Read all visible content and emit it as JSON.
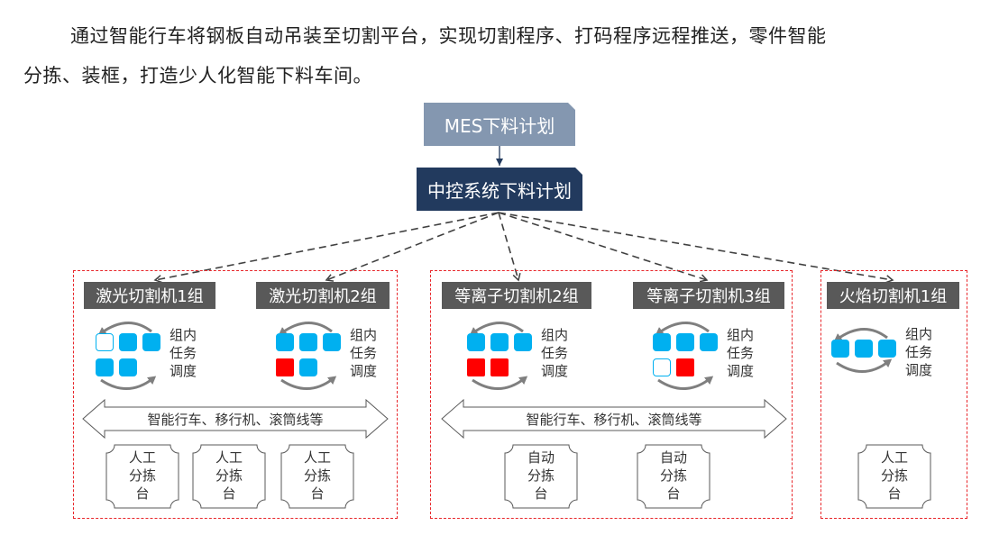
{
  "intro": {
    "line1": "通过智能行车将钢板自动吊装至切割平台，实现切割程序、打码程序远程推送，零件智能",
    "line2": "分拣、装框，打造少人化智能下料车间。"
  },
  "colors": {
    "mes_box": "#8497b0",
    "control_box": "#223a5e",
    "machine_title": "#595959",
    "group_border": "#e8262a",
    "task_idle": "#00b0f0",
    "task_alert": "#ff0000",
    "arrow": "#404040"
  },
  "flow": {
    "mes_plan": "MES下料计划",
    "control_plan": "中控系统下料计划"
  },
  "schedule_label": "组内\n任务\n调度",
  "conveyor_label": "智能行车、移行机、滚筒线等",
  "groups": [
    {
      "name": "laser",
      "machines": [
        {
          "title": "激光切割机1组",
          "tiles": [
            [
              "empty",
              "blue",
              "blue"
            ],
            [
              "blue",
              "blue"
            ]
          ],
          "schedule": [
            "组内",
            "任务",
            "调度"
          ]
        },
        {
          "title": "激光切割机2组",
          "tiles": [
            [
              "blue",
              "blue",
              "blue"
            ],
            [
              "red",
              "blue"
            ]
          ],
          "schedule": [
            "组内",
            "任务",
            "调度"
          ]
        }
      ],
      "conveyor": "智能行车、移行机、滚筒线等",
      "stations": [
        {
          "lines": [
            "人工",
            "分拣",
            "台"
          ]
        },
        {
          "lines": [
            "人工",
            "分拣",
            "台"
          ]
        },
        {
          "lines": [
            "人工",
            "分拣",
            "台"
          ]
        }
      ]
    },
    {
      "name": "plasma",
      "machines": [
        {
          "title": "等离子切割机2组",
          "tiles": [
            [
              "blue",
              "blue",
              "blue"
            ],
            [
              "red",
              "red"
            ]
          ],
          "schedule": [
            "组内",
            "任务",
            "调度"
          ]
        },
        {
          "title": "等离子切割机3组",
          "tiles": [
            [
              "blue",
              "blue",
              "blue"
            ],
            [
              "empty",
              "red"
            ]
          ],
          "schedule": [
            "组内",
            "任务",
            "调度"
          ]
        }
      ],
      "conveyor": "智能行车、移行机、滚筒线等",
      "stations": [
        {
          "lines": [
            "自动",
            "分拣",
            "台"
          ]
        },
        {
          "lines": [
            "自动",
            "分拣",
            "台"
          ]
        }
      ]
    },
    {
      "name": "flame",
      "machines": [
        {
          "title": "火焰切割机1组",
          "tiles": [
            [
              "blue",
              "blue",
              "blue"
            ]
          ],
          "schedule": [
            "组内",
            "任务",
            "调度"
          ]
        }
      ],
      "conveyor": null,
      "stations": [
        {
          "lines": [
            "人工",
            "分拣",
            "台"
          ]
        }
      ]
    }
  ]
}
